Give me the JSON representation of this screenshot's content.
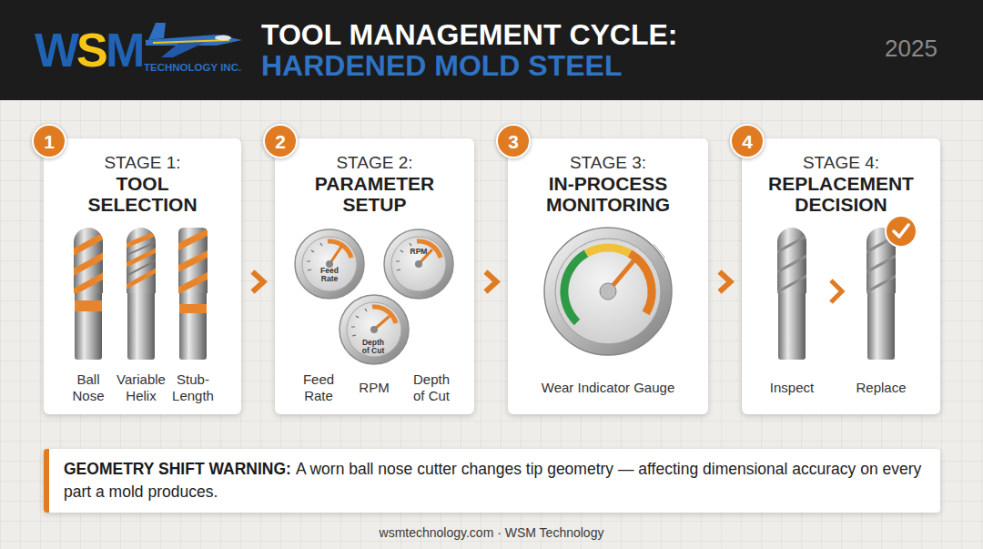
{
  "diagram": {
    "title": "TOOL MANAGEMENT CYCLE:",
    "caption": "wsmtechnology.com · WSM Technology",
    "nodes": [
      {
        "text": [
          "STAGE 1:",
          "TOOL SELECTION",
          "Ball Nose",
          "Variable Helix",
          "Stub-Length"
        ]
      },
      {
        "text": [
          "1"
        ],
        "in": 0
      },
      {
        "text": [
          "STAGE 2:",
          "PARAMETER SETUP",
          "Feed Rate",
          "RPM",
          "Depth of Cut"
        ]
      },
      {
        "text": [
          "2"
        ],
        "in": 2
      },
      {
        "text": [
          "STAGE 3:",
          "IN-PROCESS MONITORING",
          "Wear Indicator Gauge"
        ]
      },
      {
        "text": [
          "3"
        ],
        "in": 4
      },
      {
        "text": [
          "STAGE 4:",
          "REPLACEMENT DECISION",
          "Inspect",
          "Replace"
        ]
      },
      {
        "text": [
          "4"
        ],
        "in": 6
      },
      {
        "text": [
          "GEOMETRY SHIFT WARNING:",
          "A worn ball nose cutter changes tip geometry — affecting dimensional accuracy on every part a mold produces."
        ]
      }
    ],
    "edges": [
      {
        "from": 0,
        "to": 2,
        "arrow": "to"
      },
      {
        "from": 2,
        "to": 4,
        "arrow": "to"
      },
      {
        "from": 4,
        "to": 6,
        "arrow": "to"
      }
    ],
    "labels": [
      "W",
      "S",
      "M",
      "TECHNOLOGY INC.",
      "HARDENED MOLD STEEL",
      "2025",
      "Feed Rate",
      "RPM",
      "Depth of Cut"
    ]
  }
}
